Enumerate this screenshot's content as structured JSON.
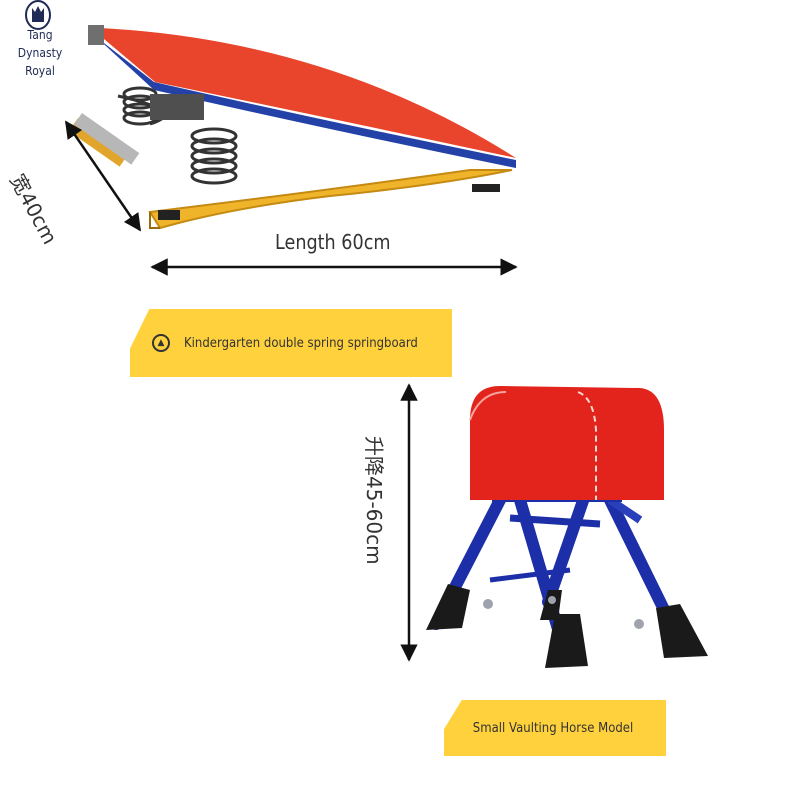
{
  "brand": {
    "name": "Tang Dynasty Royal",
    "logo_icon": "crown-emblem-icon",
    "color": "#1f2a55"
  },
  "springboard": {
    "width_label": "宽40cm",
    "length_label": "Length 60cm",
    "caption": "Kindergarten double spring springboard",
    "caption_icon": "up-arrow-circle-icon",
    "colors": {
      "surface": "#e8452c",
      "frame": "#2441a8",
      "base": "#f0b42a"
    }
  },
  "vaulting_horse": {
    "height_label": "升降45-60cm",
    "caption": "Small Vaulting Horse Model",
    "colors": {
      "cushion": "#e3241c",
      "legs": "#1c2fa8",
      "feet": "#1a1a1a"
    }
  },
  "banner_color": "#ffd23d"
}
